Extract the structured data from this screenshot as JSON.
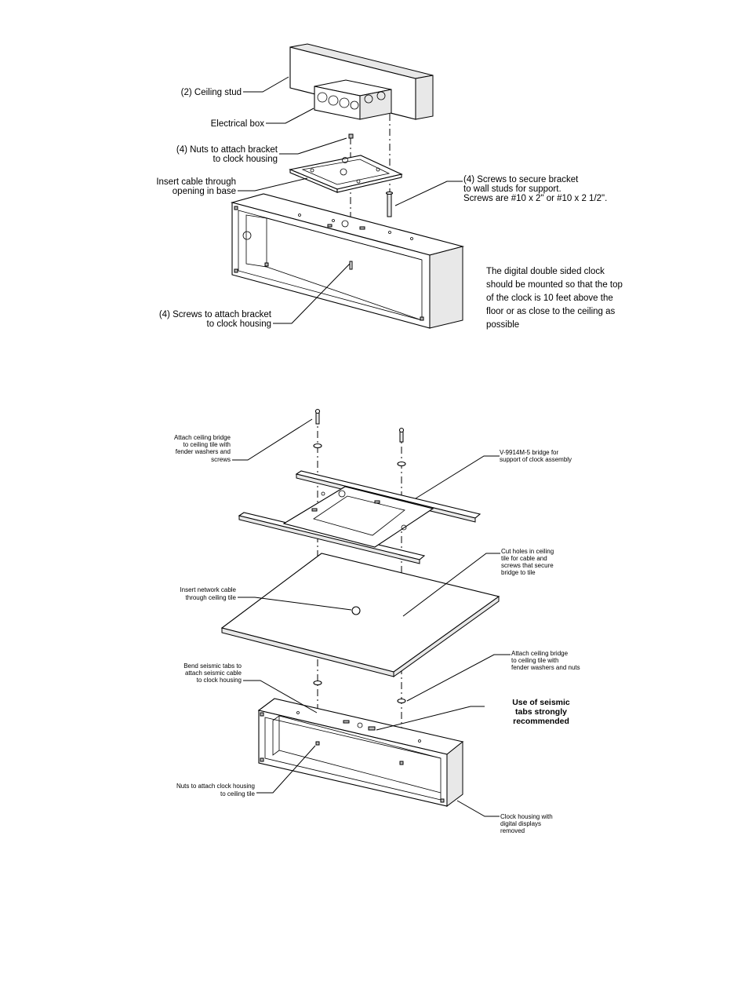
{
  "top_labels": {
    "ceiling_stud": "(2) Ceiling stud",
    "electrical_box": "Electrical box",
    "nuts_attach": [
      "(4) Nuts to attach bracket",
      "to clock housing"
    ],
    "insert_cable": [
      "Insert cable through",
      "opening in base"
    ],
    "screws_secure": [
      "(4) Screws to secure bracket",
      "to wall studs for support.",
      "Screws are #10 x 2\" or #10 x 2 1/2\"."
    ],
    "screws_attach": [
      "(4) Screws to attach bracket",
      "to clock housing"
    ],
    "mount_note": [
      "The digital double sided clock",
      "should be mounted so that the top",
      "of the clock is 10 feet above the",
      "floor or as close to the ceiling as",
      "possible"
    ]
  },
  "bottom_labels": {
    "attach_bridge_screws": [
      "Attach ceiling bridge",
      "to ceiling tile with",
      "fender washers and",
      "screws"
    ],
    "bridge": [
      "V-9914M-5 bridge for",
      "support of clock assembly"
    ],
    "cut_holes": [
      "Cut holes in ceiling",
      "tile for cable and",
      "screws that secure",
      "bridge to tile"
    ],
    "insert_network": [
      "Insert network cable",
      "through ceiling tile"
    ],
    "bend_tabs": [
      "Bend seismic tabs to",
      "attach seismic cable",
      "to clock housing"
    ],
    "attach_bridge_nuts": [
      "Attach ceiling bridge",
      "to ceiling tile with",
      "fender washers and nuts"
    ],
    "seismic_note": [
      "Use of seismic",
      "tabs strongly",
      "recommended"
    ],
    "nuts_housing": [
      "Nuts to attach clock housing",
      "to ceiling tile"
    ],
    "housing": [
      "Clock housing with",
      "digital displays",
      "removed"
    ]
  }
}
